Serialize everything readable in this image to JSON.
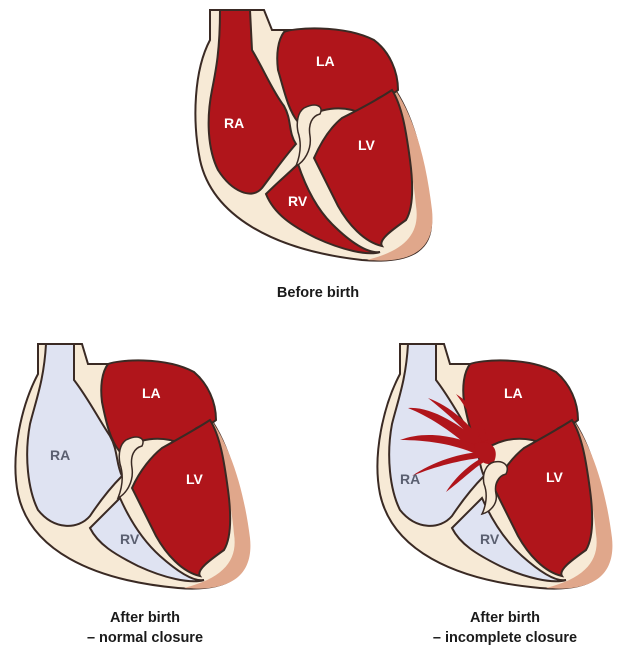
{
  "colors": {
    "oxygenated_blood": "#b0151b",
    "deoxygenated_blood": "#dfe3f2",
    "heart_wall": "#f7ead6",
    "outer_muscle": "#e0a78b",
    "outline": "#3a2a24"
  },
  "panels": {
    "before_birth": {
      "labels": {
        "ra": "RA",
        "la": "LA",
        "rv": "RV",
        "lv": "LV"
      },
      "caption": "Before birth"
    },
    "normal_closure": {
      "labels": {
        "ra": "RA",
        "la": "LA",
        "rv": "RV",
        "lv": "LV"
      },
      "caption_line1": "After birth",
      "caption_line2": "– normal closure"
    },
    "incomplete_closure": {
      "labels": {
        "ra": "RA",
        "la": "LA",
        "rv": "RV",
        "lv": "LV"
      },
      "caption_line1": "After birth",
      "caption_line2": "– incomplete closure"
    }
  }
}
